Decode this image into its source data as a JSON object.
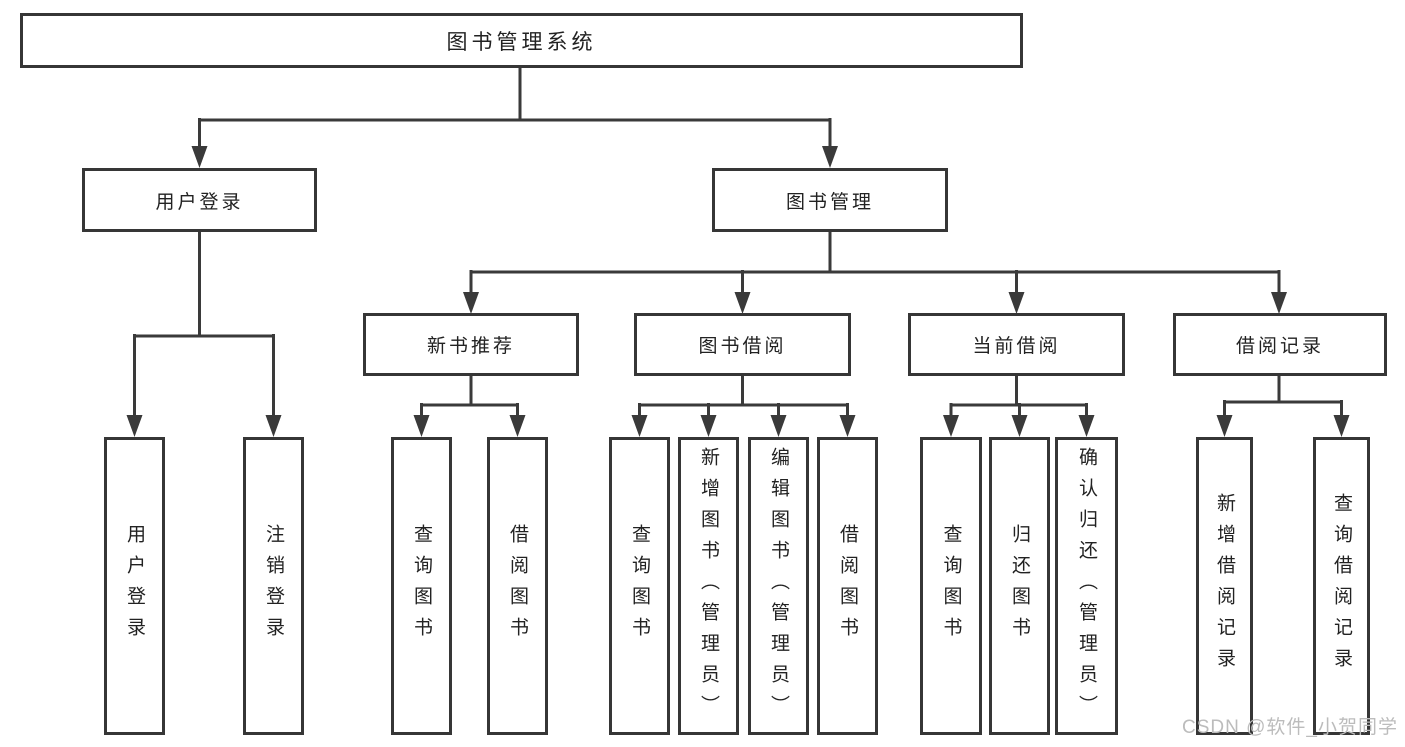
{
  "colors": {
    "line": "#3a3a3a",
    "box_border": "#363636",
    "text": "#222222",
    "watermark_text": "#bcbcbc",
    "background": "#ffffff"
  },
  "diagram": {
    "root": {
      "label": "图书管理系统"
    },
    "level2": [
      {
        "label": "用户登录"
      },
      {
        "label": "图书管理"
      }
    ],
    "level3": [
      {
        "label": "新书推荐"
      },
      {
        "label": "图书借阅"
      },
      {
        "label": "当前借阅"
      },
      {
        "label": "借阅记录"
      }
    ],
    "leaves": {
      "user_login": [
        {
          "label": "用户登录"
        },
        {
          "label": "注销登录"
        }
      ],
      "new_book_recommend": [
        {
          "label": "查询图书"
        },
        {
          "label": "借阅图书"
        }
      ],
      "book_borrow": [
        {
          "label": "查询图书"
        },
        {
          "label": "新增图书（管理员）"
        },
        {
          "label": "编辑图书（管理员）"
        },
        {
          "label": "借阅图书"
        }
      ],
      "current_borrow": [
        {
          "label": "查询图书"
        },
        {
          "label": "归还图书"
        },
        {
          "label": "确认归还（管理员）"
        }
      ],
      "borrow_records": [
        {
          "label": "新增借阅记录"
        },
        {
          "label": "查询借阅记录"
        }
      ]
    }
  },
  "watermark": {
    "text": "CSDN @软件_小贺同学"
  }
}
